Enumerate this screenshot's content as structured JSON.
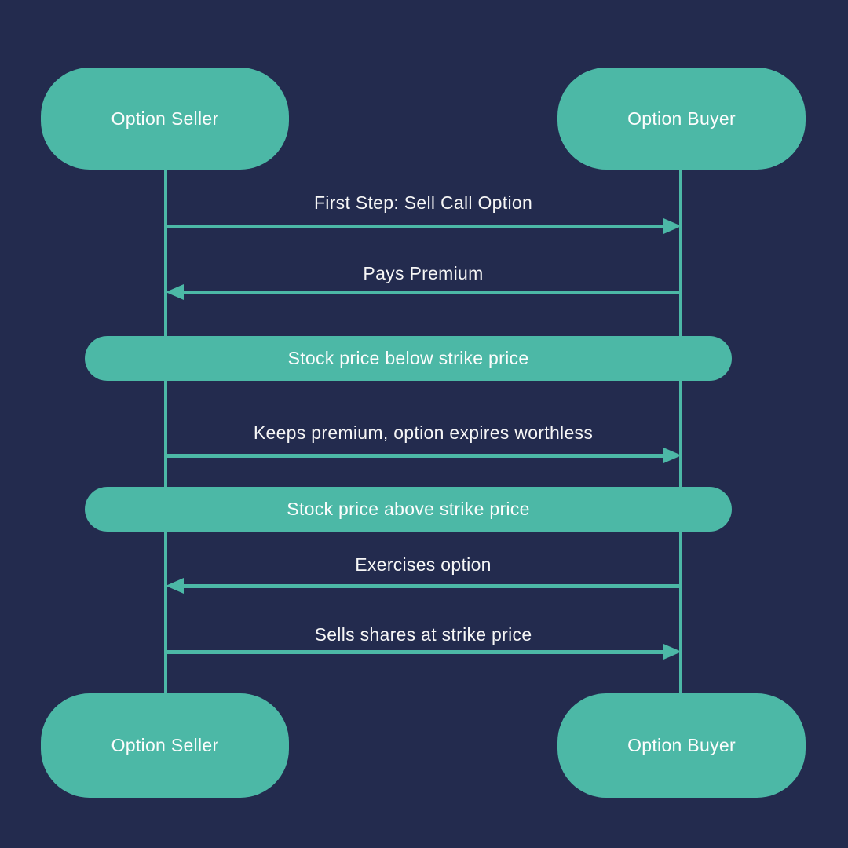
{
  "colors": {
    "background": "#232b4e",
    "accent": "#4cb8a6",
    "text": "#ffffff"
  },
  "diagram": {
    "type": "sequence",
    "actors_top": [
      {
        "label": "Option Seller"
      },
      {
        "label": "Option Buyer"
      }
    ],
    "actors_bottom": [
      {
        "label": "Option Seller"
      },
      {
        "label": "Option Buyer"
      }
    ],
    "messages": [
      {
        "label": "First Step: Sell Call Option",
        "from": "Option Seller",
        "to": "Option Buyer",
        "direction": "right"
      },
      {
        "label": "Pays Premium",
        "from": "Option Buyer",
        "to": "Option Seller",
        "direction": "left"
      },
      {
        "label": "Keeps premium, option expires worthless",
        "from": "Option Seller",
        "to": "Option Buyer",
        "direction": "right"
      },
      {
        "label": "Exercises option",
        "from": "Option Buyer",
        "to": "Option Seller",
        "direction": "left"
      },
      {
        "label": "Sells shares at strike price",
        "from": "Option Seller",
        "to": "Option Buyer",
        "direction": "right"
      }
    ],
    "conditions": [
      {
        "label": "Stock price below strike price"
      },
      {
        "label": "Stock price above strike price"
      }
    ]
  }
}
